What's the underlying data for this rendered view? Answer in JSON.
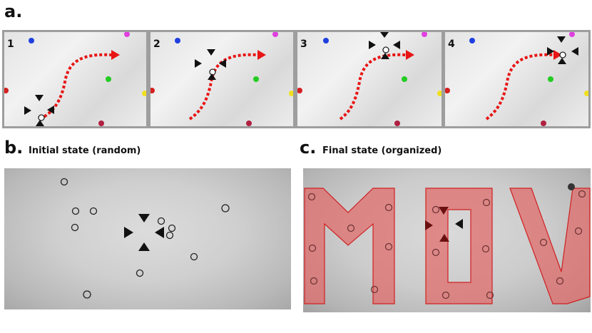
{
  "figure": {
    "panel_a": {
      "letter": "a.",
      "frames": [
        {
          "number": "1"
        },
        {
          "number": "2"
        },
        {
          "number": "3"
        },
        {
          "number": "4"
        }
      ],
      "marker_colors": {
        "blue": "#1f3fe0",
        "magenta": "#e040e0",
        "red": "#d42020",
        "green": "#22cc22",
        "yellow": "#f0e020",
        "darkred": "#b02040"
      },
      "path_color": "#e81515"
    },
    "panel_b": {
      "letter": "b.",
      "caption": "Initial state (random)"
    },
    "panel_c": {
      "letter": "c.",
      "caption": "Final state (organized)",
      "letters_overlay_color": "#e06a6a"
    }
  }
}
